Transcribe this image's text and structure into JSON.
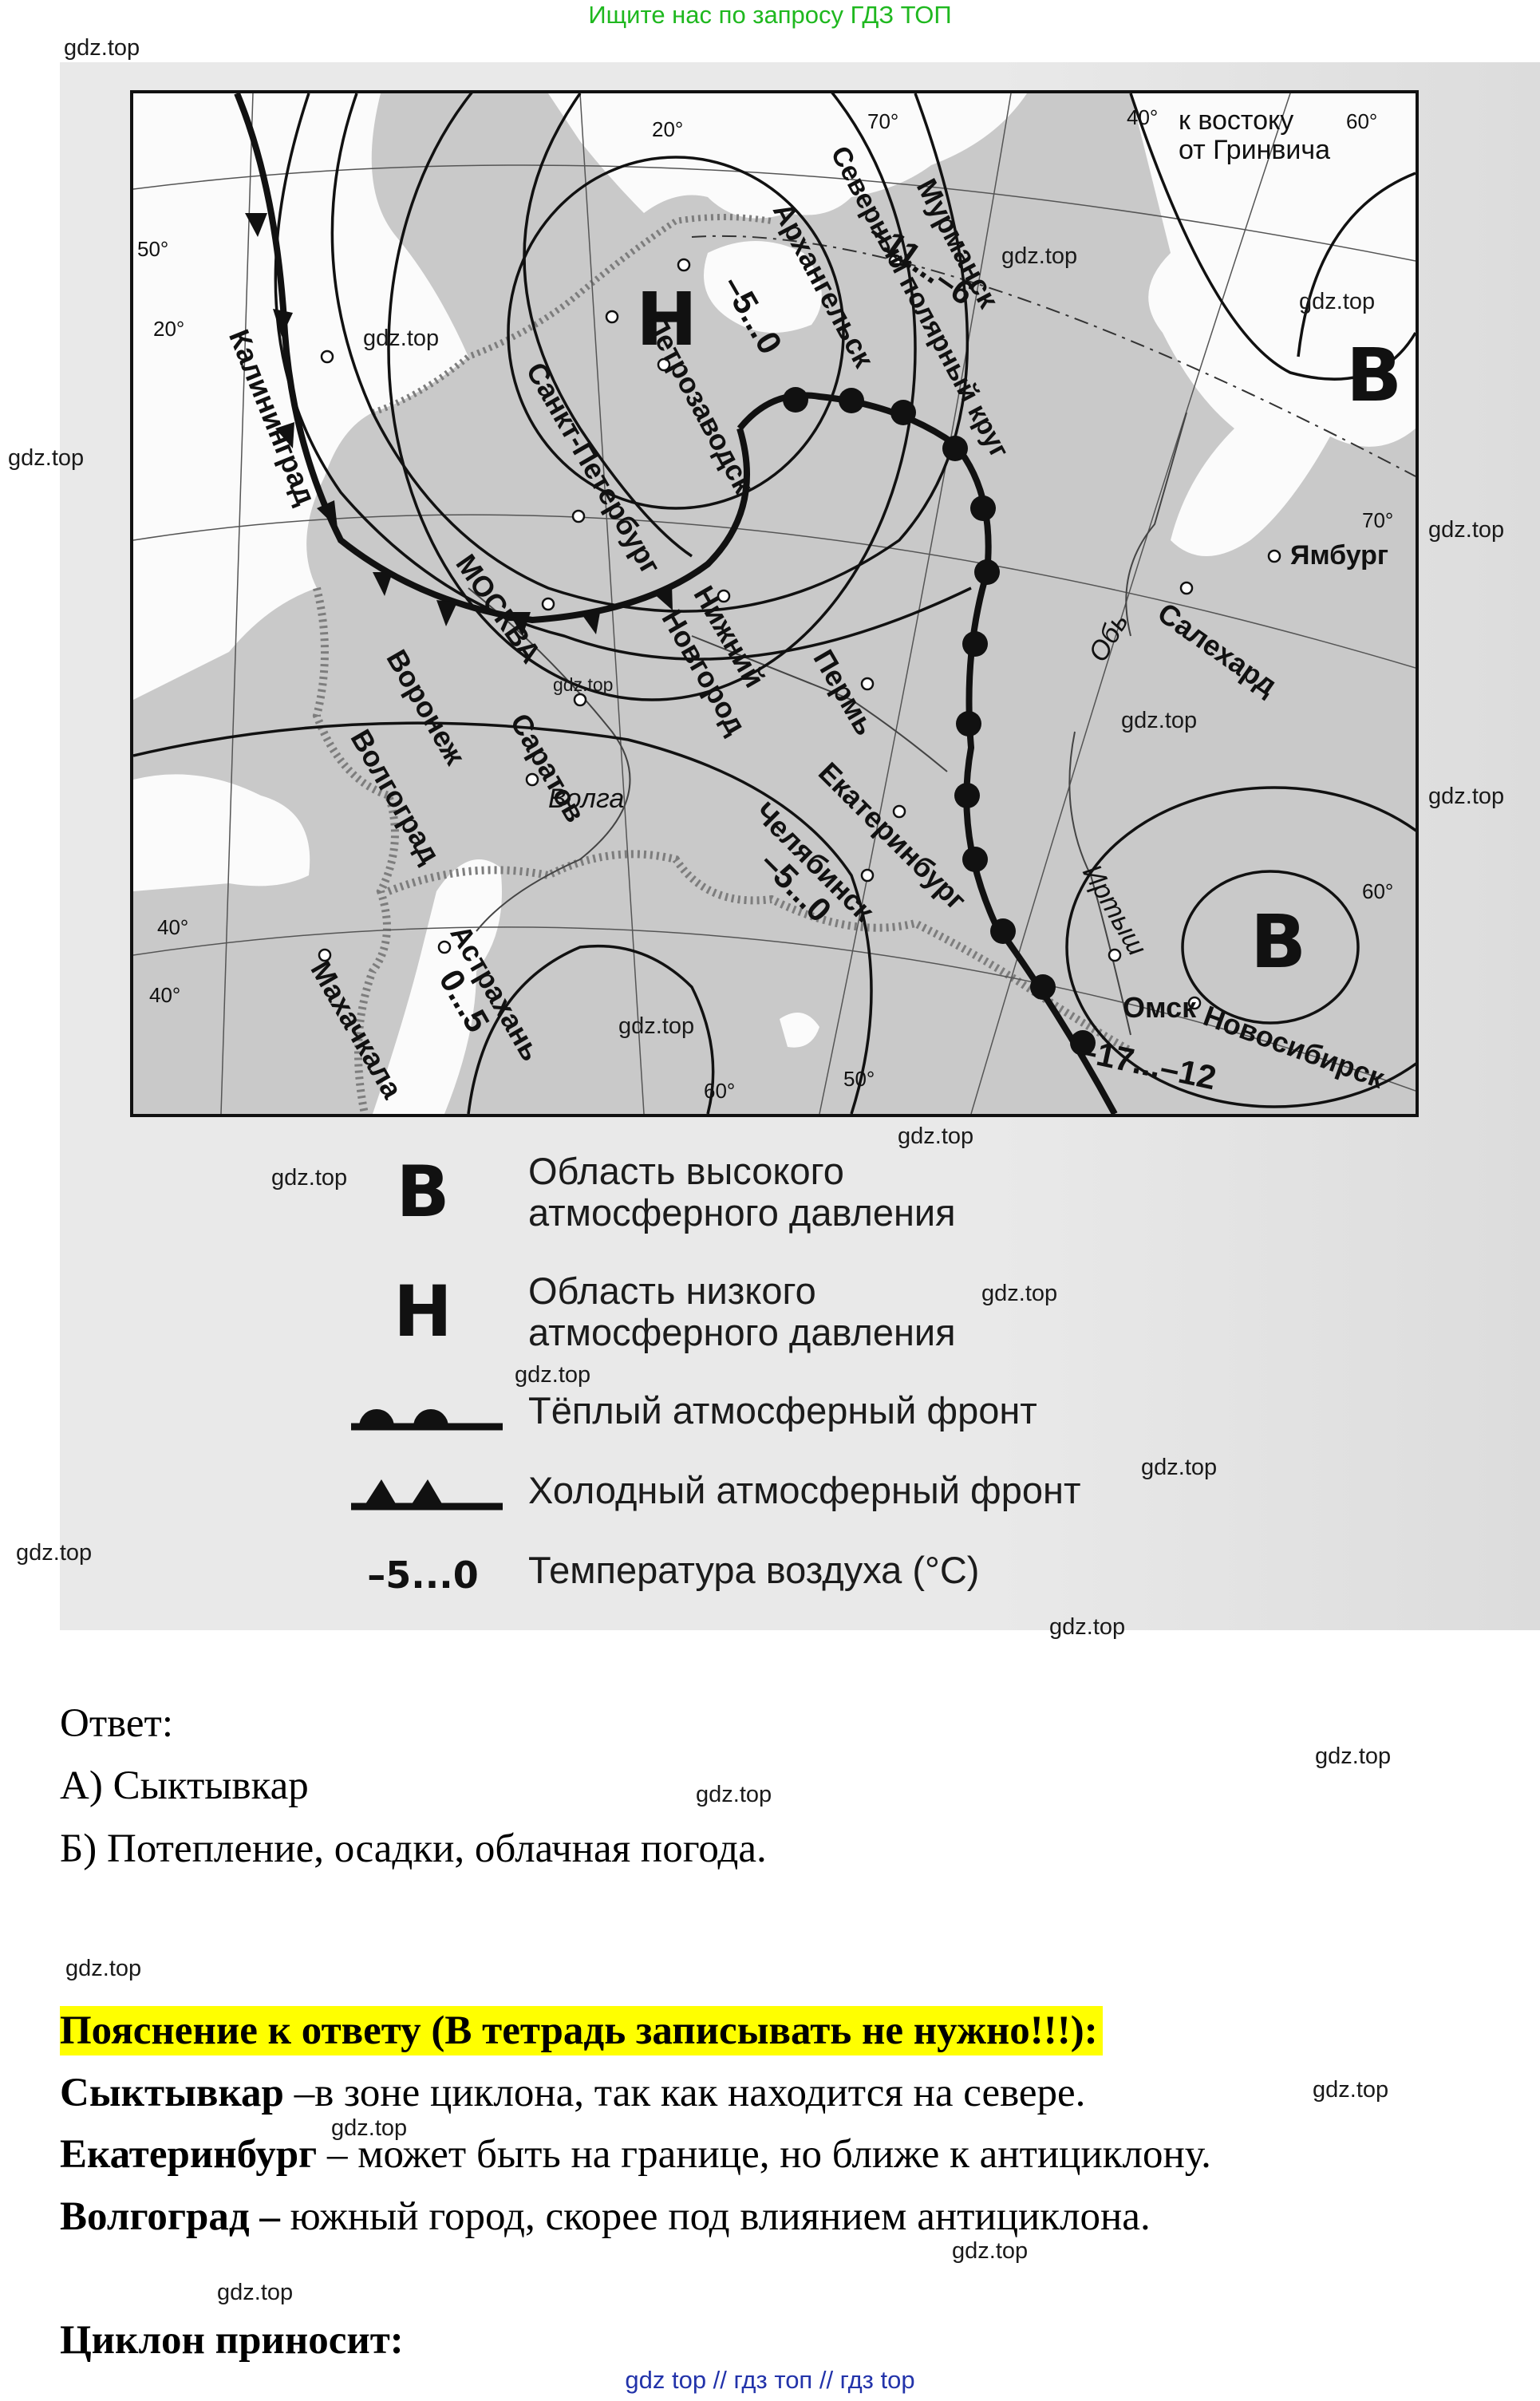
{
  "header_link": "Ищите нас по запросу ГДЗ ТОП",
  "watermark": "gdz.top",
  "map": {
    "labels": {
      "east_of_greenwich": "к востоку",
      "from_greenwich": "от Гринвича",
      "kaliningrad": "Калининград",
      "moscow": "МОСКВА",
      "spb": "Санкт-Петербург",
      "petrozavodsk": "Петрозаводск",
      "arkhangelsk": "Архангельск",
      "murmansk": "Мурманск",
      "arctic_circle": "Северный полярный круг",
      "nizhny": "Нижний",
      "novgorod": "Новгород",
      "perm": "Пермь",
      "voronezh": "Воронеж",
      "saratov": "Саратов",
      "volgograd": "Волгоград",
      "volga": "Волга",
      "astrakhan": "Астрахань",
      "makhachkala": "Махачкала",
      "ekaterinburg": "Екатеринбург",
      "chelyabinsk": "Челябинск",
      "salekhard": "Салехард",
      "ob": "Обь",
      "yamburg": "Ямбург",
      "irtysh": "Иртыш",
      "omsk": "Омск",
      "novosibirsk": "Новосибирск"
    },
    "pressure": {
      "high": "В",
      "low": "Н"
    },
    "temperatures": {
      "murmansk_range": "–11...–6",
      "arkhangelsk_range": "–5...0",
      "chelyabinsk_range": "–5...0",
      "astrakhan_range": "0...5",
      "omsk_range": "–17...–12"
    },
    "coordinates": {
      "lat_70a": "70°",
      "lat_70b": "70°",
      "lat_60": "60°",
      "lat_50": "50°",
      "lat_40a": "40°",
      "lat_40b": "40°",
      "lon_20a": "20°",
      "lon_20b": "20°",
      "lon_40": "40°",
      "lon_60a": "60°",
      "lon_60b": "60°",
      "lon_50": "50°"
    },
    "colors": {
      "land": "#c9c9c9",
      "sea": "#fbfbfb",
      "border": "#7d7d7d",
      "line": "#111111"
    }
  },
  "legend": [
    {
      "symbol": "В",
      "text1": "Область высокого",
      "text2": "атмосферного давления"
    },
    {
      "symbol": "Н",
      "text1": "Область низкого",
      "text2": "атмосферного давления"
    },
    {
      "symbol_icon": "warm-front",
      "text1": "Тёплый атмосферный фронт"
    },
    {
      "symbol_icon": "cold-front",
      "text1": "Холодный атмосферный фронт"
    },
    {
      "symbol": "–5...0",
      "text1": "Температура воздуха (°C)"
    }
  ],
  "answer": {
    "label": "Ответ:",
    "a": "А) Сыктывкар",
    "b": "Б) Потепление, осадки, облачная погода."
  },
  "explanation": {
    "heading": "Пояснение к ответу (В тетрадь записывать не нужно!!!):",
    "line1_bold": "Сыктывкар",
    "line1_rest": " –в зоне циклона, так как находится на севере.",
    "line2_bold": "Екатеринбург",
    "line2_rest": " – может быть на границе, но ближе к антициклону.",
    "line3_bold": "Волгоград –",
    "line3_rest": " южный город, скорее под влиянием антициклона.",
    "line4_bold": "Циклон приносит:"
  },
  "footer_link": "gdz top  //  гдз топ  //  гдз top"
}
